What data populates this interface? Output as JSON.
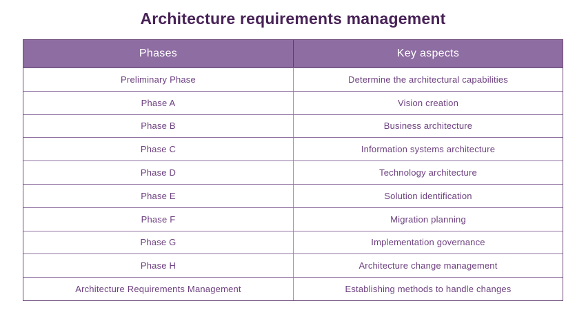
{
  "chart_data": {
    "type": "table",
    "title": "Architecture requirements management",
    "columns": [
      "Phases",
      "Key aspects"
    ],
    "rows": [
      [
        "Preliminary Phase",
        "Determine the architectural capabilities"
      ],
      [
        "Phase A",
        "Vision creation"
      ],
      [
        "Phase B",
        "Business architecture"
      ],
      [
        "Phase C",
        "Information systems architecture"
      ],
      [
        "Phase D",
        "Technology architecture"
      ],
      [
        "Phase E",
        "Solution identification"
      ],
      [
        "Phase F",
        "Migration planning"
      ],
      [
        "Phase G",
        "Implementation governance"
      ],
      [
        "Phase H",
        "Architecture change management"
      ],
      [
        "Architecture Requirements Management",
        "Establishing methods to handle changes"
      ]
    ]
  },
  "colors": {
    "title": "#482257",
    "header_bg": "#8e6da2",
    "header_text": "#ffffff",
    "cell_text": "#6e4180",
    "border_outer": "#6b4879",
    "row_line": "#8f6f9f",
    "col_line": "#a58fb5",
    "background": "#ffffff"
  }
}
